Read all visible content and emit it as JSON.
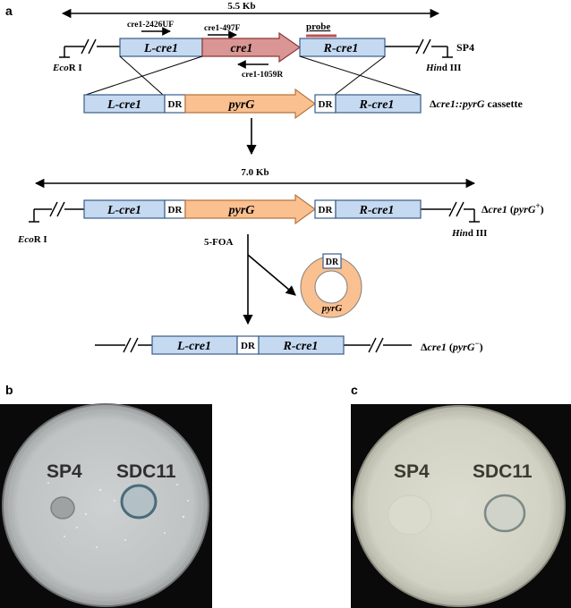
{
  "panels": {
    "a": "a",
    "b": "b",
    "c": "c"
  },
  "top_construct": {
    "size": "5.5 Kb",
    "primer_uf": "cre1-2426UF",
    "primer_f": "cre1-497F",
    "primer_r": "cre1-1059R",
    "probe": "probe",
    "l_arm": "L-cre1",
    "gene": "cre1",
    "r_arm": "R-cre1",
    "strain": "SP4",
    "ecor1_it": "Eco",
    "ecor1_rest": "R I",
    "hind3_it": "Hin",
    "hind3_rest": "d III"
  },
  "cassette": {
    "l_arm": "L-cre1",
    "dr_left": "DR",
    "marker": "pyrG",
    "dr_right": "DR",
    "r_arm": "R-cre1",
    "label_prefix": "Δ",
    "label_gene": "cre1::pyrG",
    "label_suffix": " cassette"
  },
  "mutant": {
    "size": "7.0 Kb",
    "l_arm": "L-cre1",
    "dr_left": "DR",
    "marker": "pyrG",
    "dr_right": "DR",
    "r_arm": "R-cre1",
    "label_prefix": "Δ",
    "label_gene": "cre1",
    "label_mid": " (",
    "label_marker": "pyrG",
    "label_sup": "+",
    "label_end": ")",
    "ecor1_it": "Eco",
    "ecor1_rest": "R I",
    "hind3_it": "Hin",
    "hind3_rest": "d III"
  },
  "selection": {
    "agent": "5-FOA",
    "circle_dr": "DR",
    "circle_marker": "pyrG"
  },
  "final": {
    "l_arm": "L-cre1",
    "dr": "DR",
    "r_arm": "R-cre1",
    "label_prefix": "Δ",
    "label_gene": "cre1",
    "label_mid": " (",
    "label_marker": "pyrG",
    "label_sup": "−",
    "label_end": ")"
  },
  "plate_b": {
    "left": "SP4",
    "right": "SDC11"
  },
  "plate_c": {
    "left": "SP4",
    "right": "SDC11"
  },
  "colors": {
    "arm_fill": "#c5d9f1",
    "gene_fill": "#d99694",
    "marker_fill": "#fac090",
    "probe": "#c0504d",
    "plate_b_agar": "#c4c8c8",
    "plate_c_agar": "#d6d6c8"
  }
}
